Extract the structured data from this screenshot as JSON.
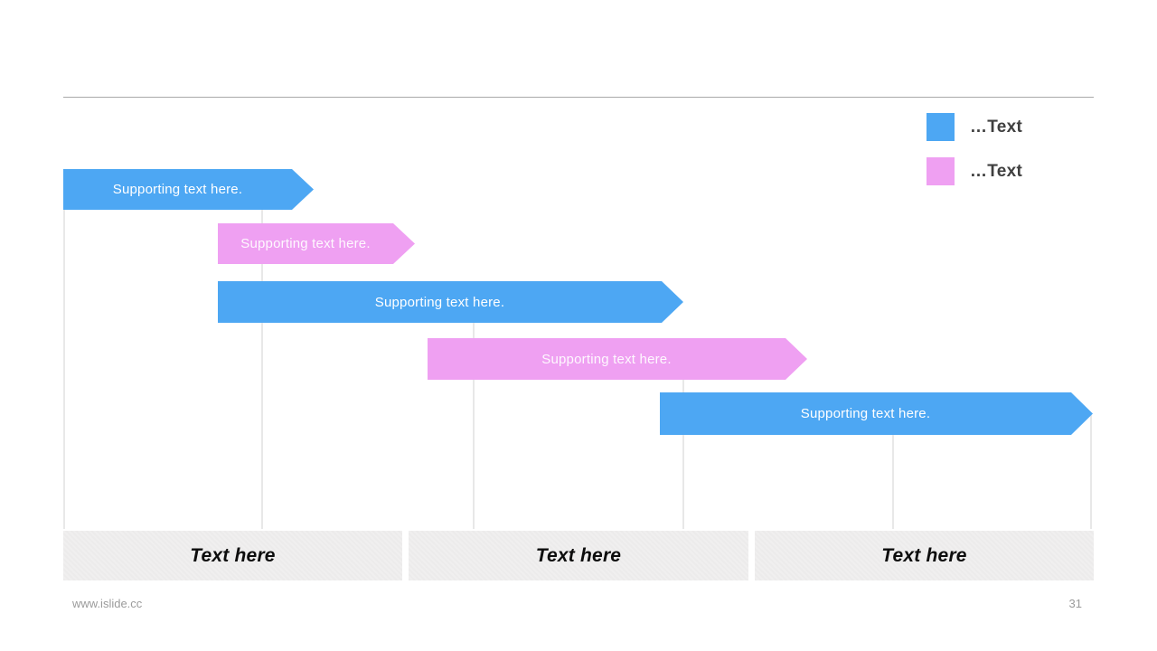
{
  "legend": {
    "items": [
      {
        "label": "…Text",
        "color": "#4da7f3",
        "name": "blue"
      },
      {
        "label": "…Text",
        "color": "#efa0f2",
        "name": "pink"
      }
    ]
  },
  "timeline": {
    "bars": [
      {
        "label": "Supporting text here.",
        "color": "blue",
        "row": 1
      },
      {
        "label": "Supporting text here.",
        "color": "pink",
        "row": 2
      },
      {
        "label": "Supporting text here.",
        "color": "blue",
        "row": 3
      },
      {
        "label": "Supporting text here.",
        "color": "pink",
        "row": 4
      },
      {
        "label": "Supporting text here.",
        "color": "blue",
        "row": 5
      }
    ]
  },
  "phases": {
    "items": [
      {
        "label": "Text here"
      },
      {
        "label": "Text here"
      },
      {
        "label": "Text here"
      }
    ]
  },
  "footer": {
    "site": "www.islide.cc",
    "page": "31"
  },
  "colors": {
    "bar_blue": "#4da7f3",
    "bar_pink": "#efa0f2",
    "gridline": "#e8e8e8",
    "phase_background": "#f0efef",
    "legend_text": "#3f3f3f",
    "footer_text": "#9b9b9b"
  }
}
